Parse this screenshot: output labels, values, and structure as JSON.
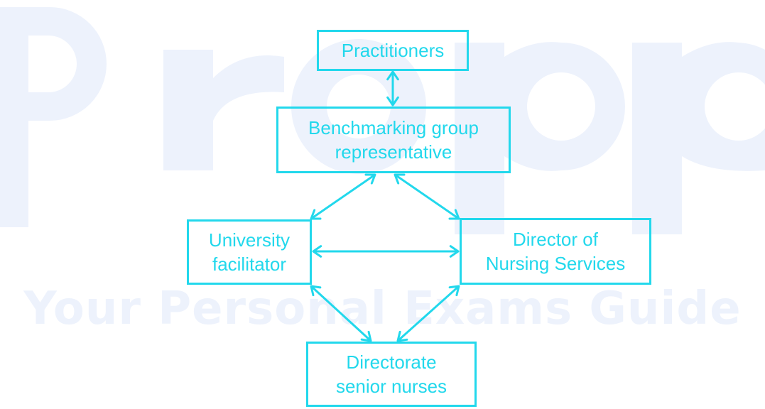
{
  "watermark": {
    "logo_text": "Prepp",
    "tagline": "Your Personal Exams Guide",
    "color": "#edf2fc"
  },
  "diagram": {
    "stroke_color": "#22d8ec",
    "nodes": {
      "practitioners": {
        "lines": [
          "Practitioners"
        ]
      },
      "benchmarking": {
        "lines": [
          "Benchmarking group",
          "representative"
        ]
      },
      "university": {
        "lines": [
          "University",
          "facilitator"
        ]
      },
      "director": {
        "lines": [
          "Director of",
          "Nursing Services"
        ]
      },
      "directorate": {
        "lines": [
          "Directorate",
          "senior nurses"
        ]
      }
    },
    "edges": [
      {
        "from": "practitioners",
        "to": "benchmarking",
        "bidirectional": true
      },
      {
        "from": "benchmarking",
        "to": "university",
        "bidirectional": true
      },
      {
        "from": "benchmarking",
        "to": "director",
        "bidirectional": true
      },
      {
        "from": "university",
        "to": "director",
        "bidirectional": true
      },
      {
        "from": "university",
        "to": "directorate",
        "bidirectional": true
      },
      {
        "from": "director",
        "to": "directorate",
        "bidirectional": true
      }
    ]
  }
}
